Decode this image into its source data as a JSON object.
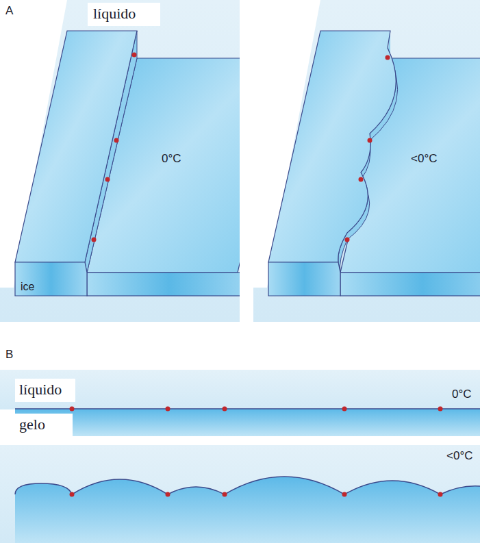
{
  "diagram": {
    "labels": [
      "A",
      "líquido",
      "0°C",
      "<0°C",
      "ice",
      "B",
      "líquido",
      "0°C",
      "gelo",
      "<0°C"
    ]
  }
}
